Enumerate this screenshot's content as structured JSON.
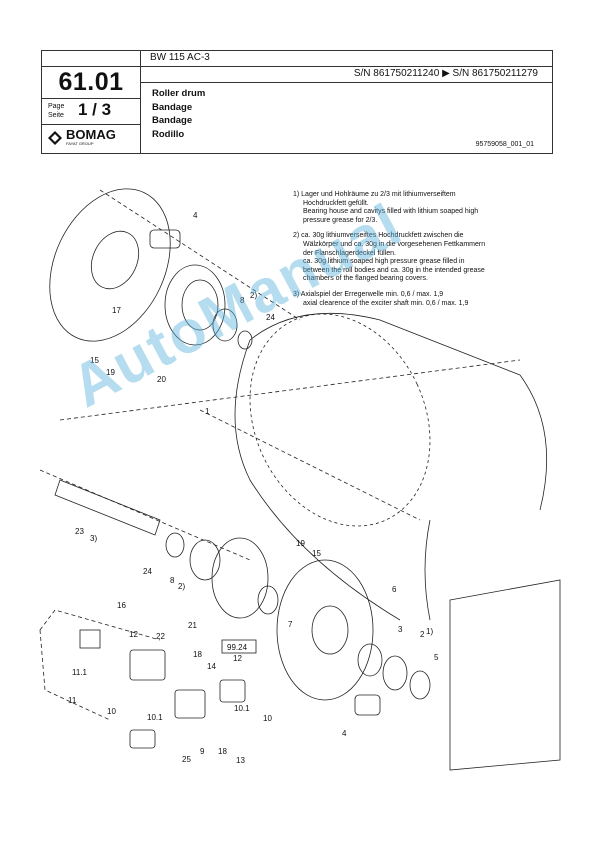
{
  "header": {
    "model": "BW 115 AC-3",
    "serial_range": "S/N 861750211240  ▶  S/N 861750211279",
    "page_number": "61.01",
    "page_label": "Page\nSeite",
    "page_value": "1 / 3",
    "titles": [
      "Roller drum",
      "Bandage",
      "Bandage",
      "Rodillo"
    ],
    "doc_id": "95759058_001_01",
    "logo_name": "BOMAG",
    "logo_sub": "FAYAT GROUP"
  },
  "notes": [
    {
      "n": "1)",
      "lines": [
        "Lager und Hohlräume zu 2/3 mit lithiumverseiftem",
        "Hochdruckfett gefüllt.",
        "Bearing house and cavitys filled with lithium soaped high",
        "pressure grease for 2/3."
      ]
    },
    {
      "n": "2)",
      "lines": [
        "ca. 30g lithiumverseiftes Hochdruckfett zwischen die",
        "Wälzkörper und ca. 30g in die vorgesehenen Fettkammern",
        "der Flanschlagerdeckel füllen.",
        "ca. 30g lithium soaped high pressure grease filled in",
        "between the roll bodies and ca. 30g in the intended grease",
        "chambers of the flanged bearing covers."
      ]
    },
    {
      "n": "3)",
      "lines": [
        "Axialspiel der Erregerwelle min. 0,6 / max. 1,9",
        "axial clearence of the exciter shaft min. 0,6 / max. 1,9"
      ]
    }
  ],
  "callouts": [
    "4",
    "8",
    "2)",
    "17",
    "24",
    "15",
    "19",
    "20",
    "1",
    "23",
    "3)",
    "19",
    "15",
    "24",
    "8",
    "2)",
    "6",
    "21",
    "7",
    "3",
    "2",
    "1)",
    "5",
    "16",
    "22",
    "12",
    "11.1",
    "18",
    "14",
    "11",
    "10",
    "10.1",
    "10.1",
    "10",
    "4",
    "9",
    "18",
    "25",
    "13",
    "12"
  ],
  "boxed_ref": "99.24",
  "watermark": "AutoManual"
}
